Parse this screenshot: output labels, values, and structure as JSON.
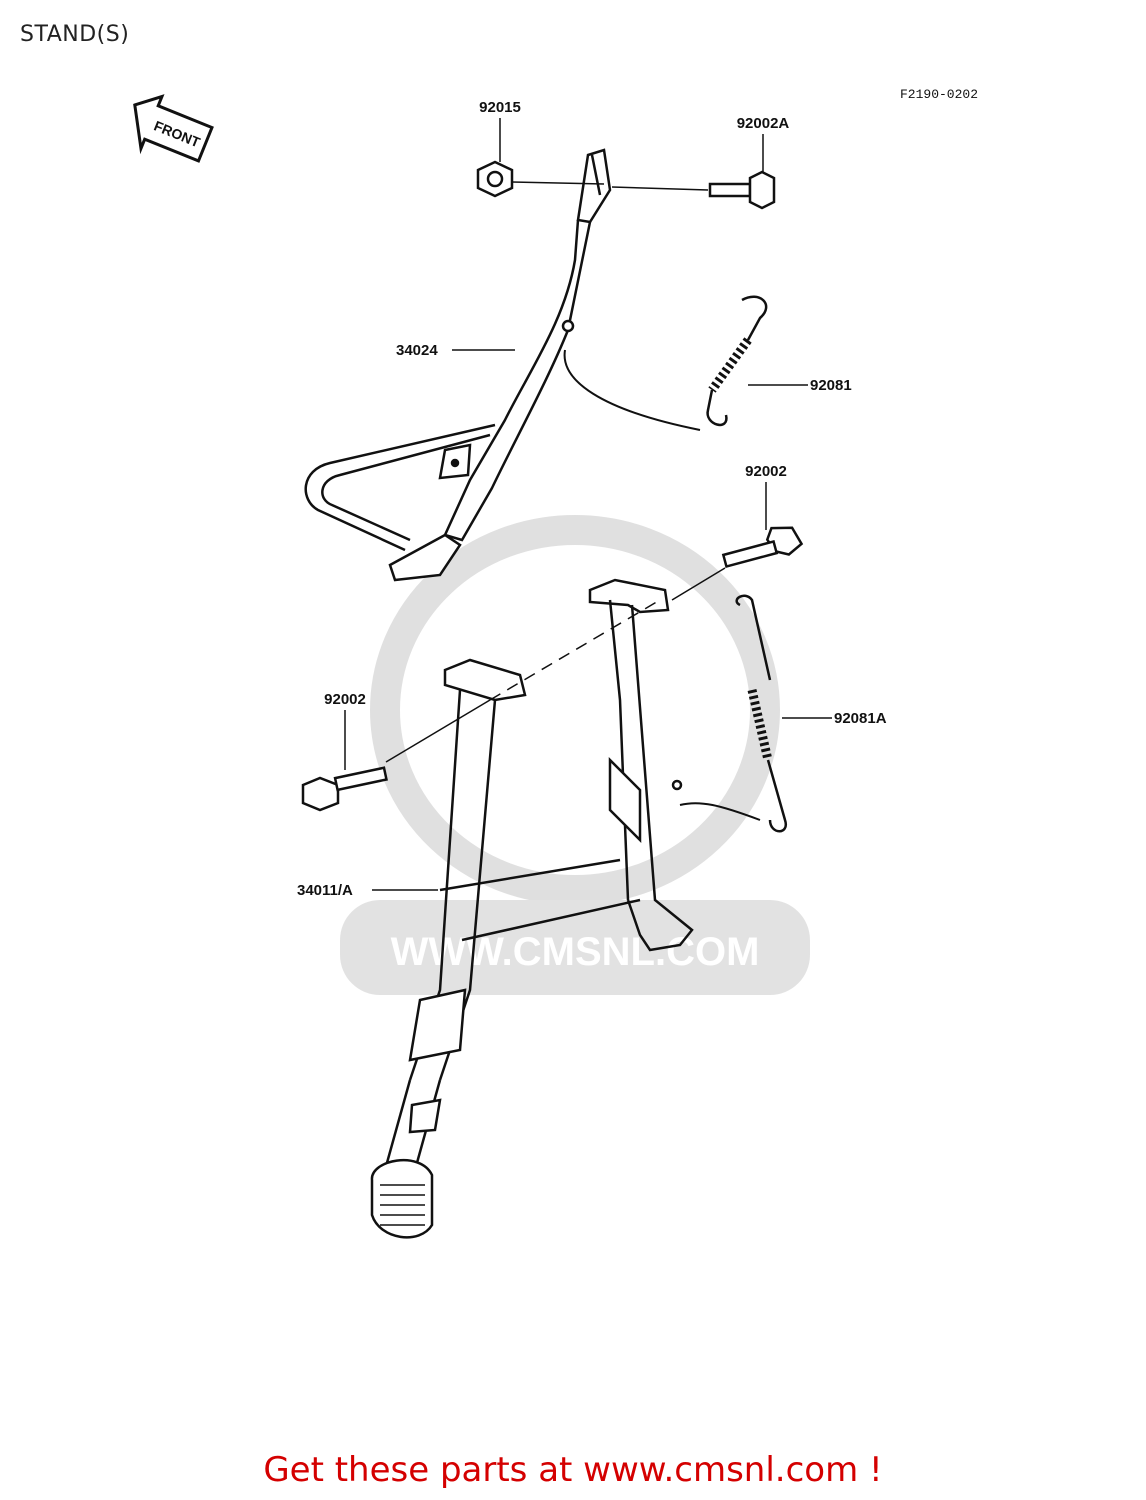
{
  "page": {
    "title": "STAND(S)"
  },
  "diagram": {
    "code": "F2190-0202",
    "front_label": "FRONT",
    "watermark_text": "WWW.CMSNL.COM",
    "parts": [
      {
        "number": "92015"
      },
      {
        "number": "92002A"
      },
      {
        "number": "34024"
      },
      {
        "number": "92081"
      },
      {
        "number": "92002"
      },
      {
        "number": "92002"
      },
      {
        "number": "92081A"
      },
      {
        "number": "34011/A"
      }
    ]
  },
  "footer": {
    "promo_text": "Get these parts at www.cmsnl.com !"
  }
}
